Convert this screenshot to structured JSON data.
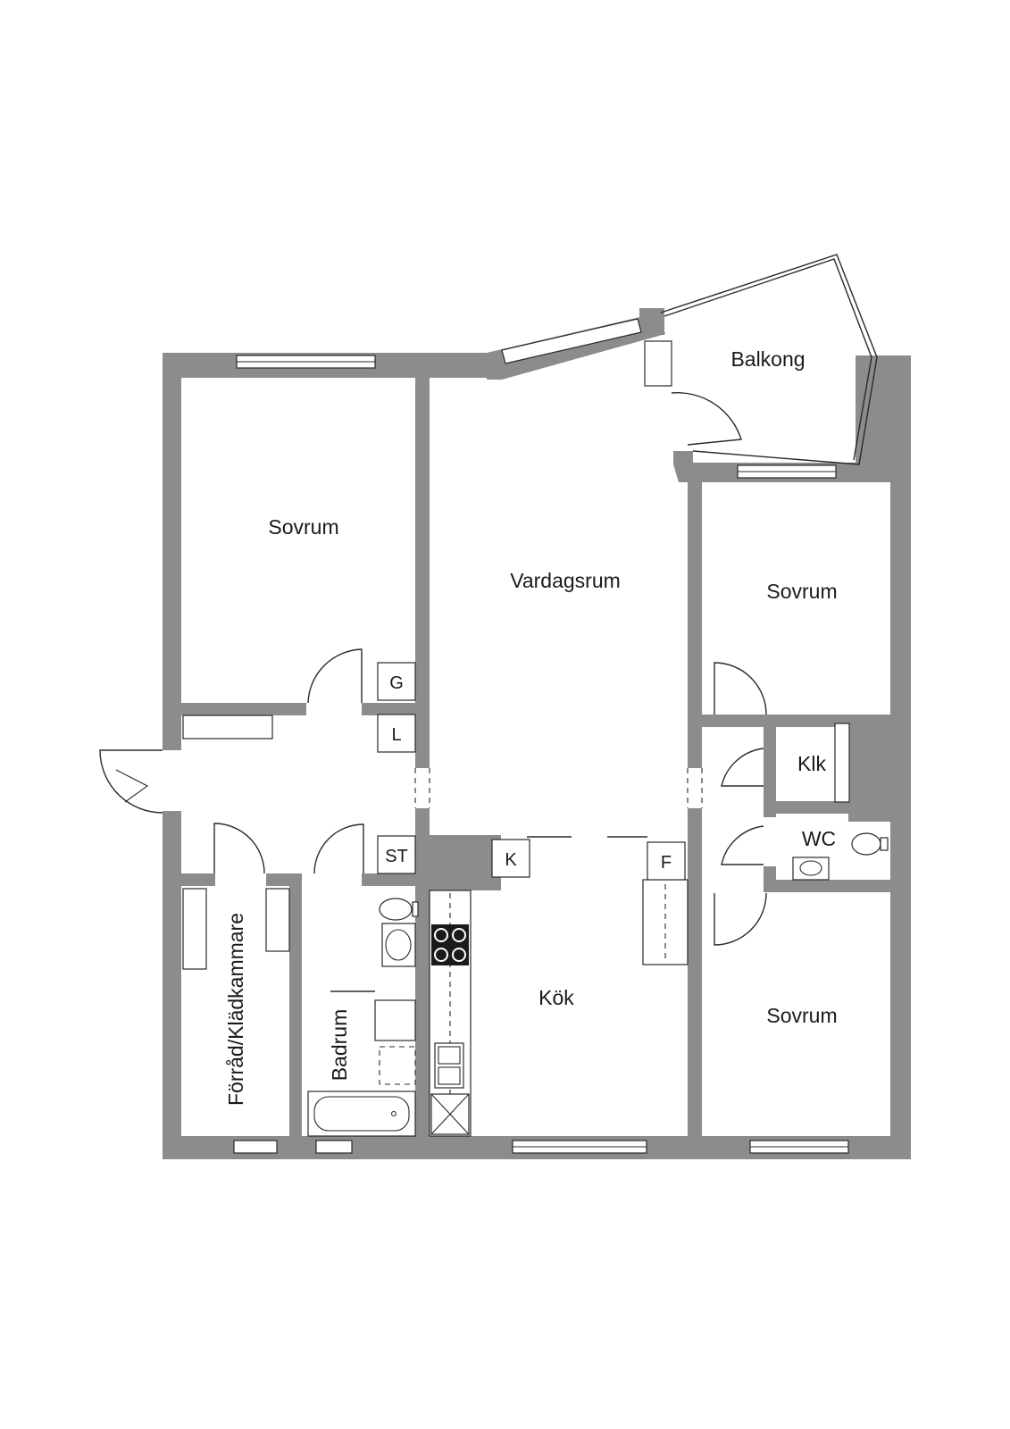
{
  "rooms": {
    "sovrum_1": "Sovrum",
    "vardagsrum": "Vardagsrum",
    "balkong": "Balkong",
    "sovrum_2": "Sovrum",
    "sovrum_3": "Sovrum",
    "klk": "Klk",
    "wc": "WC",
    "kok": "Kök",
    "badrum": "Badrum",
    "forrad": "Förråd/Klädkammare"
  },
  "closets": {
    "g": "G",
    "l": "L",
    "st": "ST",
    "k": "K",
    "f": "F"
  }
}
